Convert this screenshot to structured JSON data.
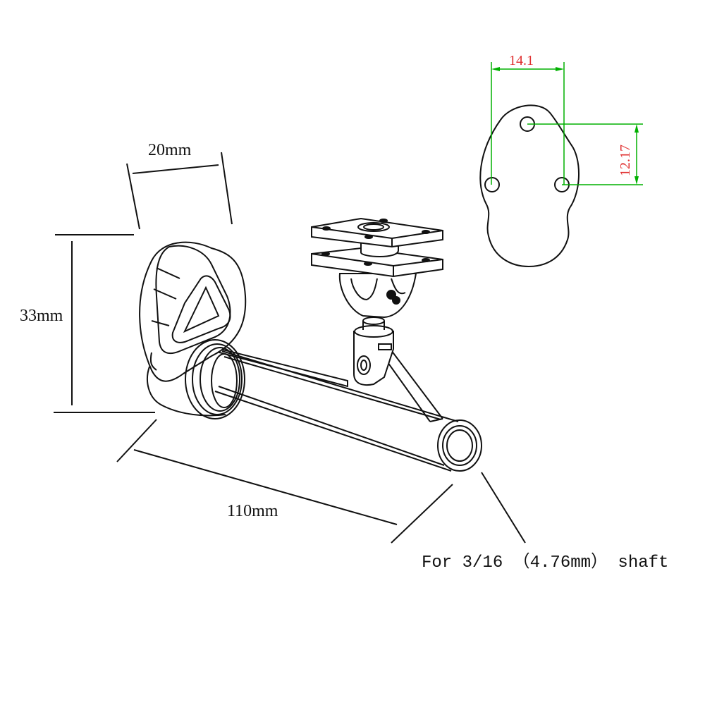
{
  "dimensions": {
    "width_label": "20mm",
    "height_label": "33mm",
    "length_label": "110mm"
  },
  "mount_plate": {
    "hole_spacing_h": "14.1",
    "hole_spacing_v": "12.17"
  },
  "shaft_note": "For 3/16 （4.76mm） shaft",
  "colors": {
    "outline": "#111111",
    "dimension_line": "#00b000",
    "dimension_text": "#e03030"
  }
}
